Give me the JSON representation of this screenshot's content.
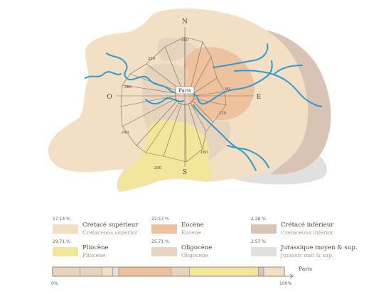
{
  "map": {
    "compass": {
      "north": "N",
      "south": "S",
      "east": "E",
      "west": "O"
    },
    "city_label": "Paris",
    "degree_labels": [
      "360",
      "320",
      "280",
      "240",
      "200",
      "160",
      "120",
      "80"
    ],
    "colors": {
      "cretace_sup": "#f2dfc4",
      "eocene": "#eec29c",
      "cretace_inf": "#d9c3b4",
      "pliocene": "#f3e59a",
      "oligocene": "#e6d4bf",
      "jurassique": "#e2e0de",
      "river": "#2b9bd2",
      "lines": "#7b6a5e"
    }
  },
  "legend": [
    {
      "pct": "17.14 %",
      "fr": "Crétacé supérieur",
      "en": "Cretaceous superior",
      "color": "#f2dfc4"
    },
    {
      "pct": "22.57 %",
      "fr": "Eocène",
      "en": "Eocene",
      "color": "#eec29c"
    },
    {
      "pct": "2.28 %",
      "fr": "Crétacé inférieur",
      "en": "Cretaceous inferior",
      "color": "#d9c3b4"
    },
    {
      "pct": "29.71 %",
      "fr": "Pliocène",
      "en": "Pliocene",
      "color": "#f3e59a"
    },
    {
      "pct": "25.71 %",
      "fr": "Oligocène",
      "en": "Oligocene",
      "color": "#e6d4bf"
    },
    {
      "pct": "2.57 %",
      "fr": "Jurassique moyen & sup.",
      "en": "Jurassic mid & sup.",
      "color": "#e2e0de"
    }
  ],
  "bar": {
    "start_label": "0%",
    "end_label": "100%",
    "arrow_label": "Paris",
    "segments": [
      {
        "color": "#e6d4bf",
        "share": 0.118
      },
      {
        "color": "#e6d4bf",
        "share": 0.094
      },
      {
        "color": "#f2dfc4",
        "share": 0.047
      },
      {
        "color": "#e2e0de",
        "share": 0.026
      },
      {
        "color": "#eec29c",
        "share": 0.226
      },
      {
        "color": "#e6d4bf",
        "share": 0.08
      },
      {
        "color": "#f3e59a",
        "share": 0.297
      },
      {
        "color": "#d9c3b4",
        "share": 0.023
      },
      {
        "color": "#f2dfc4",
        "share": 0.089
      }
    ]
  }
}
